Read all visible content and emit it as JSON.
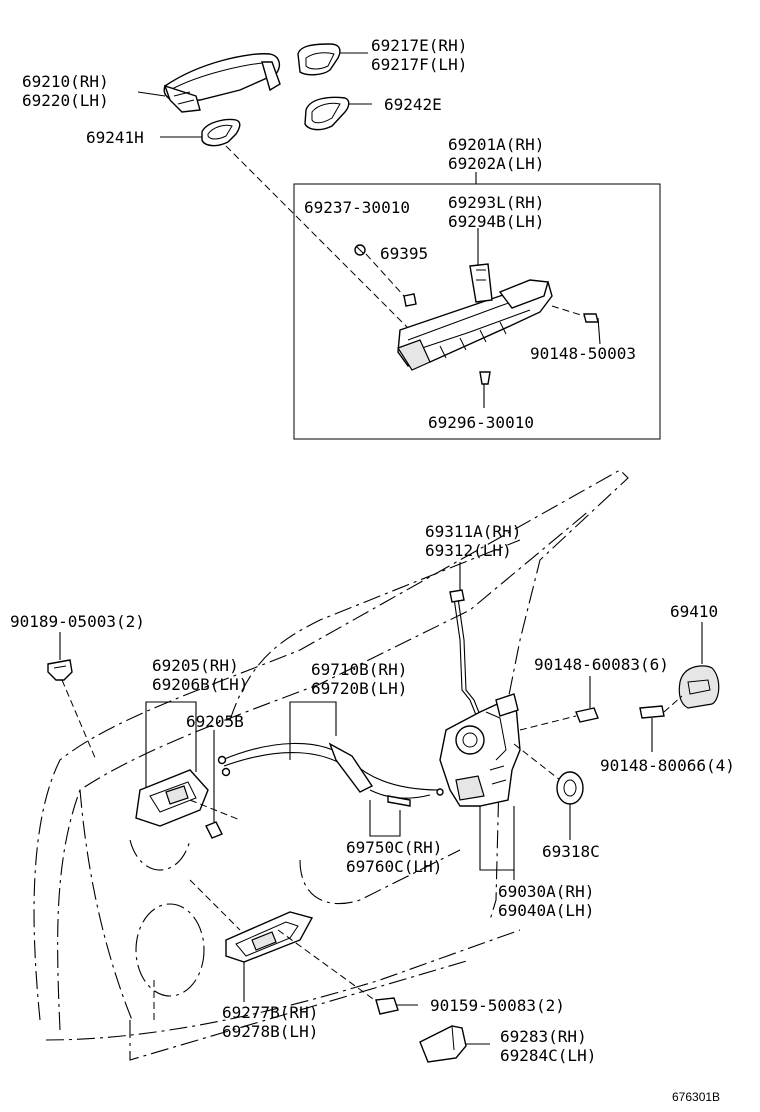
{
  "diagram_id": "676301B",
  "labels": {
    "handle_outer": [
      "69210(RH)",
      "69220(LH)"
    ],
    "cover_rh_lh": [
      "69217E(RH)",
      "69217F(LH)"
    ],
    "pad_69242e": [
      "69242E"
    ],
    "pad_69241h": [
      "69241H"
    ],
    "frame_assy": [
      "69201A(RH)",
      "69202A(LH)"
    ],
    "screw_69237": [
      "69237-30010"
    ],
    "bracket_69293": [
      "69293L(RH)",
      "69294B(LH)"
    ],
    "clip_69395": [
      "69395"
    ],
    "screw_90148_50003": [
      "90148-50003"
    ],
    "screw_69296": [
      "69296-30010"
    ],
    "rod_69311": [
      "69311A(RH)",
      "69312(LH)"
    ],
    "striker_69410": [
      "69410"
    ],
    "clip_90189": [
      "90189-05003(2)"
    ],
    "screw_90148_60083": [
      "90148-60083(6)"
    ],
    "inner_handle_69205": [
      "69205(RH)",
      "69206B(LH)"
    ],
    "cable_69710": [
      "69710B(RH)",
      "69720B(LH)"
    ],
    "pin_69205b": [
      "69205B"
    ],
    "screw_90148_80066": [
      "90148-80066(4)"
    ],
    "cable_69750": [
      "69750C(RH)",
      "69760C(LH)"
    ],
    "seal_69318c": [
      "69318C"
    ],
    "lock_assy_69030": [
      "69030A(RH)",
      "69040A(LH)"
    ],
    "bezel_69277": [
      "69277B(RH)",
      "69278B(LH)"
    ],
    "screw_90159": [
      "90159-50083(2)"
    ],
    "cover_69283": [
      "69283(RH)",
      "69284C(LH)"
    ]
  }
}
